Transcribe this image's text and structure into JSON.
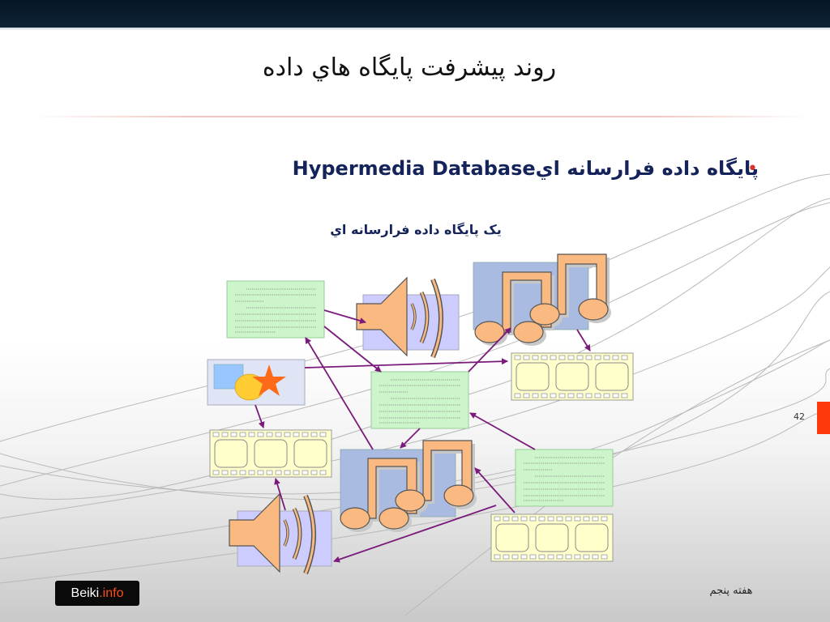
{
  "slide": {
    "title": "روند پيشرفت پايگاه هاي داده",
    "bullet": "پايگاه داده فرارسانه اي",
    "bullet_en": "Hypermedia Database",
    "caption": "يک پايگاه داده فرارسانه اي",
    "page_number": "42",
    "footer": "هفته پنجم"
  },
  "logo": {
    "name": "Beiki",
    "tld": ".info"
  },
  "colors": {
    "arrow": "#7a1a7a",
    "doc_fill": "#ccf5cc",
    "film_fill": "#ffffcc",
    "speaker_fill": "#f9b981",
    "note_bg": "#a9bbe0",
    "speaker_bg": "#ccccff",
    "accent": "#ff3a0a"
  },
  "icons": [
    "text-document-icon",
    "audio-speaker-icon",
    "music-note-icon",
    "film-strip-icon",
    "image-shapes-icon"
  ]
}
